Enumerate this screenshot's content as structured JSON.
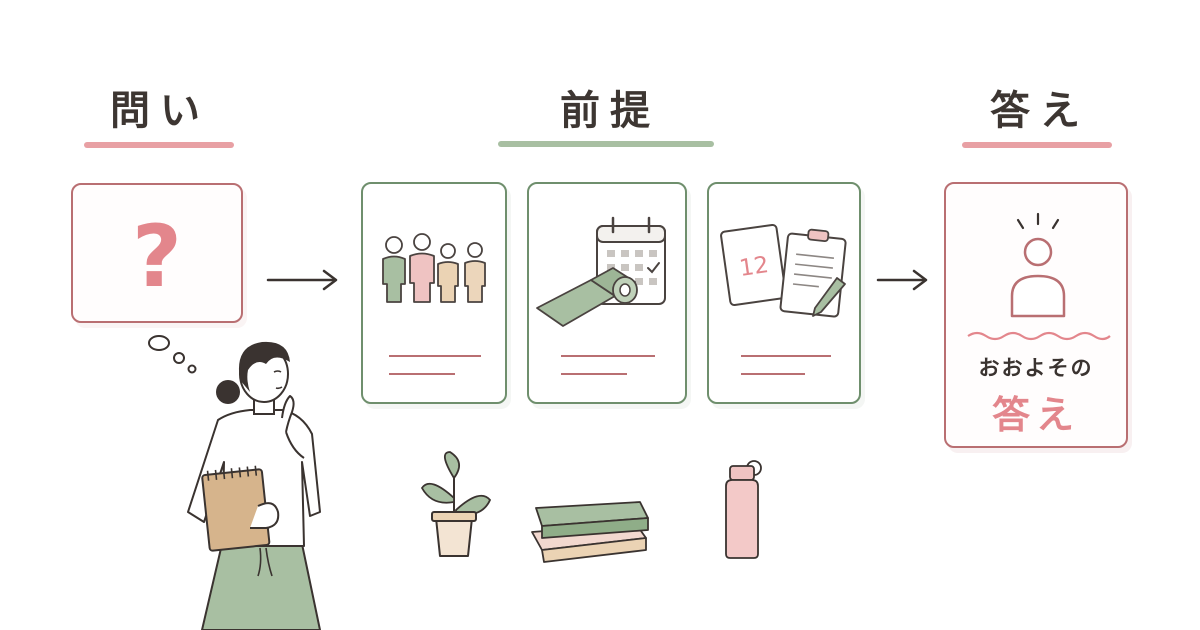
{
  "sections": {
    "question": {
      "heading": "問い"
    },
    "premise": {
      "heading": "前提"
    },
    "answer": {
      "heading": "答え",
      "card_small": "おおよその",
      "card_big": "答え"
    }
  },
  "question_mark": "?",
  "calendar_card": {
    "date_number": "12"
  },
  "colors": {
    "accent_pink": "#e3868c",
    "border_rose": "#b96f72",
    "border_green": "#6f8f6d",
    "underline_green": "#a8bfa2",
    "underline_pink": "#e8a0a4",
    "text_dark": "#3d3632"
  }
}
